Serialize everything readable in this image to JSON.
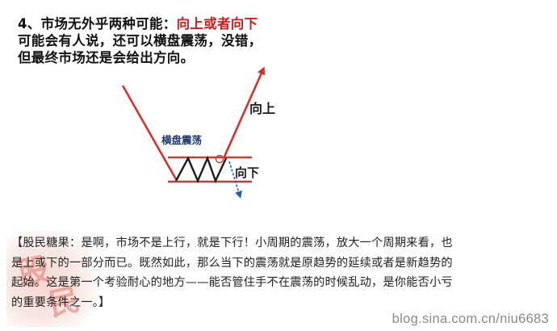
{
  "heading": {
    "lines": [
      {
        "prefix": "4、市场无外乎两种可能：",
        "accent": "向上或者向下"
      },
      {
        "prefix": "可能会有人说，还可以横盘震荡，没错，",
        "accent": ""
      },
      {
        "prefix": "但最终市场还是会给出方向。",
        "accent": ""
      }
    ]
  },
  "diagram": {
    "range_label": "横盘震荡",
    "up_label": "向上",
    "down_label": "向下",
    "colors": {
      "path": "#d9302a",
      "range_lines": "#c63a34",
      "zigzag": "#1c1c1c",
      "down_arrow": "#1f5fb5",
      "range_label": "#233a6b"
    }
  },
  "note": {
    "lines": [
      "【股民糖果：是啊，市场不是上行，就是下行！小周期的震荡，放大一个周期来看，也",
      "是上或下的一部分而已。既然如此，那么当下的震荡就是原趋势的延续或者是新趋势的",
      "起始。这是第一个考验耐心的地方——能否管住手不在震荡的时候乱动，是你能否小亏",
      "的重要条件之一。】"
    ]
  },
  "watermark": "blog.sina.com.cn/niu6683"
}
